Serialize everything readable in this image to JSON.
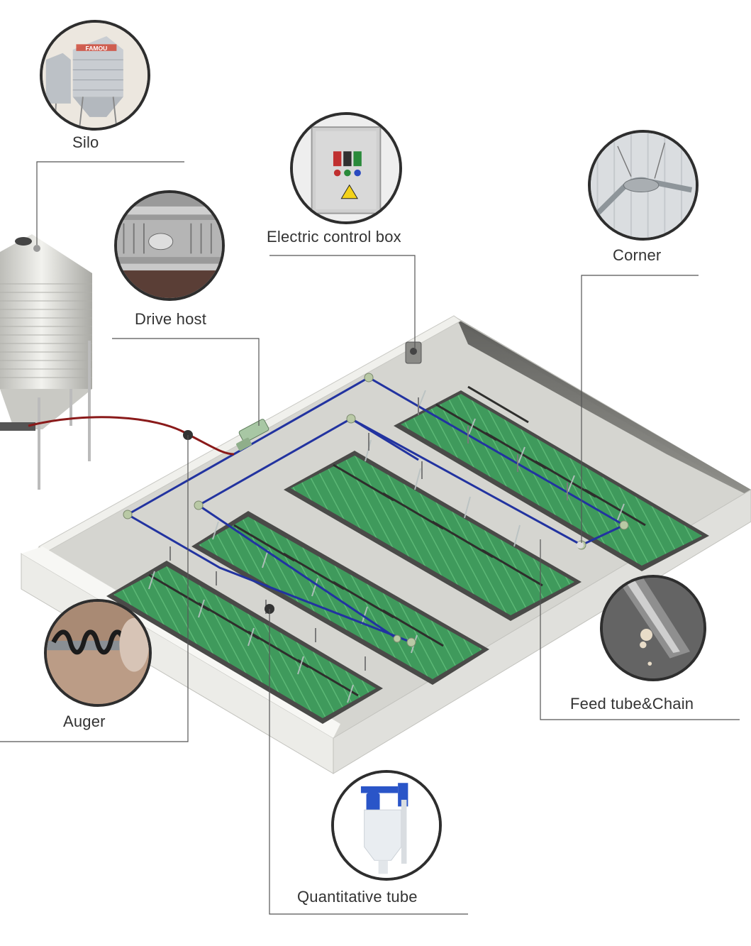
{
  "labels": {
    "silo": "Silo",
    "electric_control_box": "Electric control box",
    "corner": "Corner",
    "drive_host": "Drive host",
    "auger": "Auger",
    "feed_tube_chain": "Feed tube&Chain",
    "quantitative_tube": "Quantitative tube"
  },
  "silo_brand": "FAMOU",
  "colors": {
    "pen_floor": "#3f9a5c",
    "pipe": "#2233a0",
    "auger_pipe": "#8a1a1a",
    "wall": "#e4e4df",
    "callout_line": "#555555",
    "circle_border": "#2e2e2e",
    "feeder_blue": "#2a55c8"
  }
}
